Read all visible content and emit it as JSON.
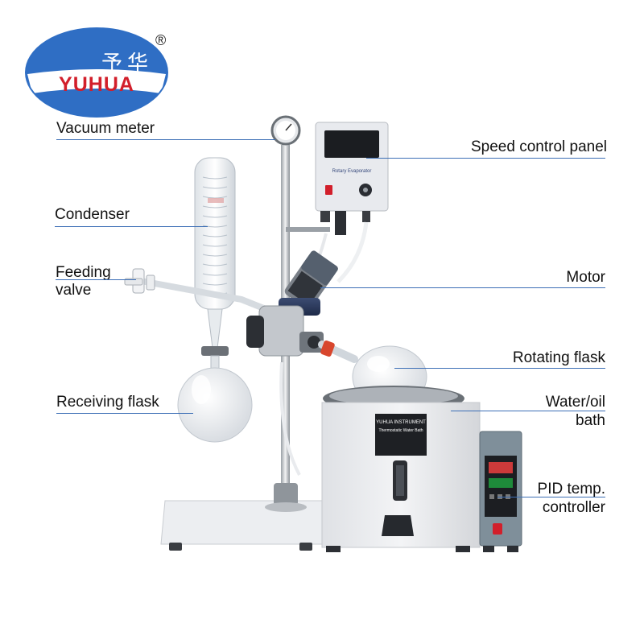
{
  "logo": {
    "chinese": "予华",
    "brand": "YUHUA",
    "registered": "®",
    "colors": {
      "oval_top": "#2f6ec4",
      "oval_band": "#ffffff",
      "brand_text": "#d21f2b"
    }
  },
  "labels": {
    "vacuum_meter": "Vacuum meter",
    "speed_control_panel": "Speed control panel",
    "condenser": "Condenser",
    "feeding_valve_line1": "Feeding",
    "feeding_valve_line2": "valve",
    "motor": "Motor",
    "rotating_flask": "Rotating flask",
    "receiving_flask": "Receiving flask",
    "water_oil_bath_line1": "Water/oil",
    "water_oil_bath_line2": "bath",
    "pid_line1": "PID temp.",
    "pid_line2": "controller"
  },
  "panel": {
    "title": "Rotary Evaporator"
  },
  "bath_plate": {
    "line1": "YUHUA INSTRUMENT",
    "line2": "Thermostatic Water Bath"
  },
  "colors": {
    "leader_line": "#3d6fb6",
    "frame": "#e7e9ed",
    "switch": "#d21f2b"
  }
}
